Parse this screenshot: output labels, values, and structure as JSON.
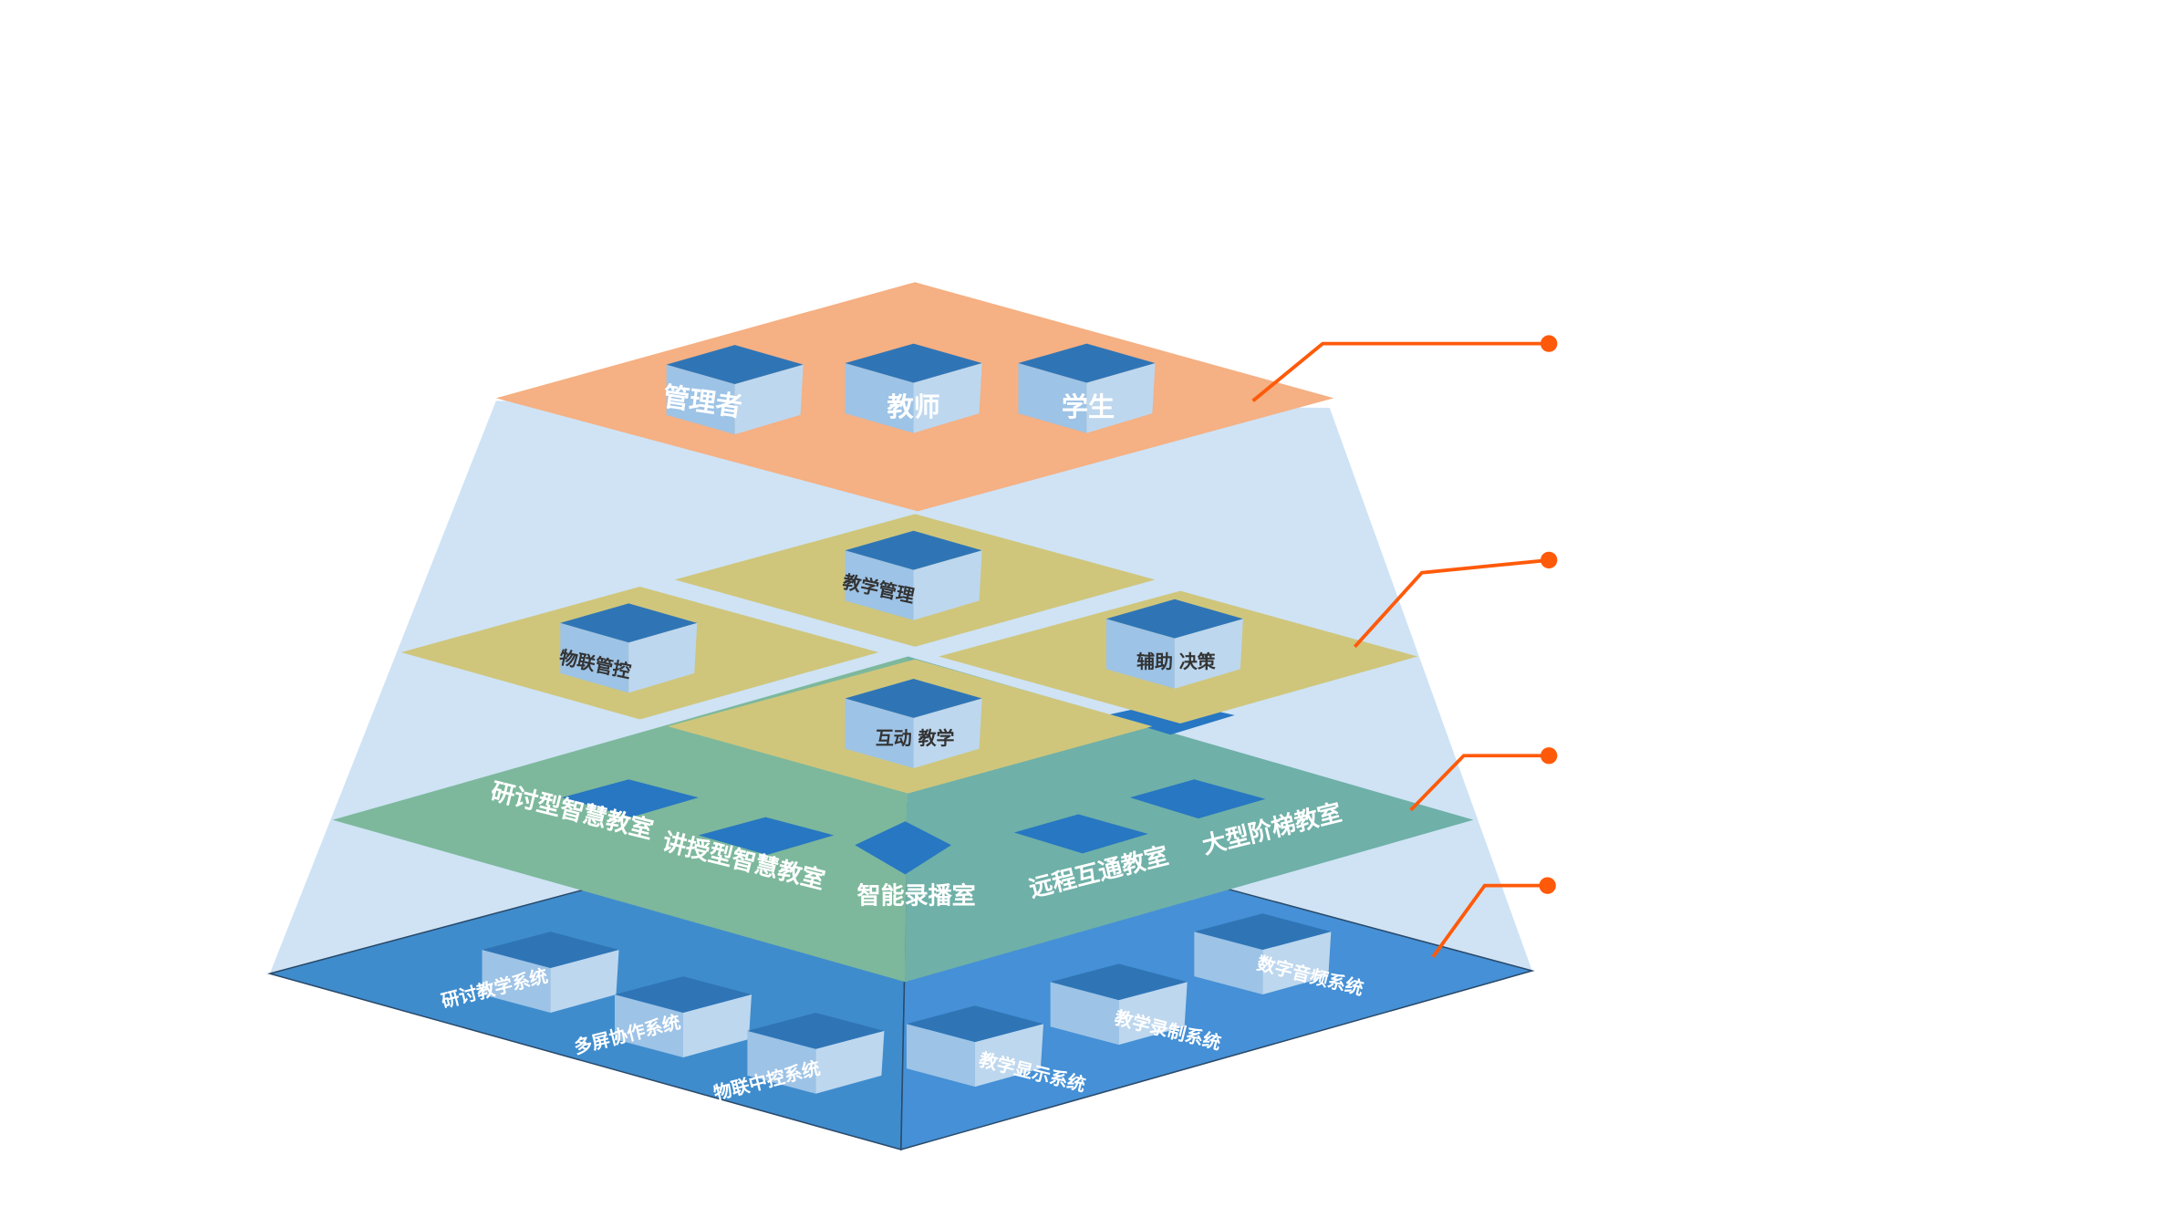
{
  "layers": {
    "top": {
      "name": "user-layer",
      "labels": [
        "管理者",
        "教师",
        "学生"
      ]
    },
    "platform": {
      "name": "platform-layer",
      "labels": [
        "教学管理",
        "物联管控",
        "辅助  决策",
        "互动  教学"
      ]
    },
    "classrooms": {
      "name": "classroom-layer",
      "labels": [
        "研讨型智慧教室",
        "讲授型智慧教室",
        "智能录播室",
        "远程互通教室",
        "大型阶梯教室"
      ]
    },
    "systems": {
      "name": "system-layer",
      "labels": [
        "研讨教学系统",
        "多屏协作系统",
        "物联中控系统",
        "教学显示系统",
        "教学录制系统",
        "数字音频系统"
      ]
    }
  },
  "colors": {
    "frame": "#cfe3f5",
    "top_layer": "#f5b083",
    "platform_tile": "#cfc67c",
    "classroom_left": "#7db89c",
    "classroom_right": "#6fb0a8",
    "system_left": "#3f8ccd",
    "system_right": "#4590d6",
    "cube_top": "#2f75b6",
    "cube_left": "#9dc3e6",
    "cube_right": "#bdd7ee",
    "callout": "#ff5a0a"
  }
}
